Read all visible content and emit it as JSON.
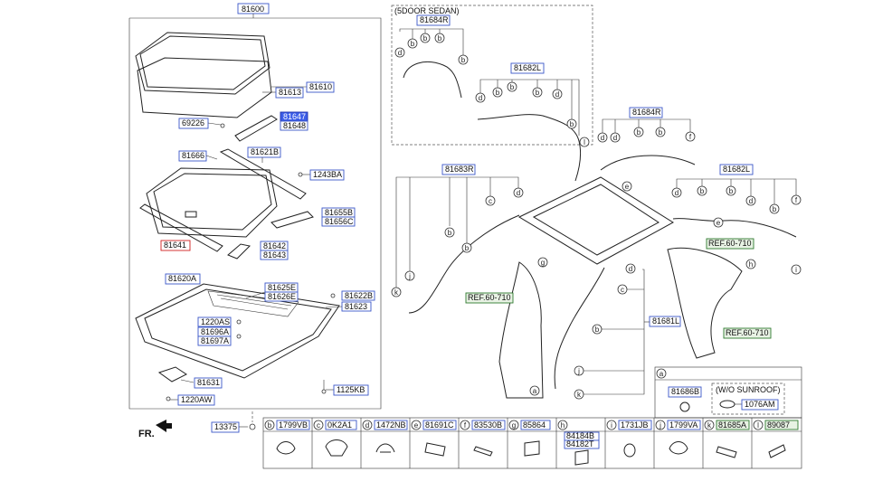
{
  "top_part": "81600",
  "sedan_note": "(5DOOR SEDAN)",
  "fr_label": "FR.",
  "labels_left": [
    {
      "id": "p81610",
      "text": "81610"
    },
    {
      "id": "p81613",
      "text": "81613"
    },
    {
      "id": "p69226",
      "text": "69226"
    },
    {
      "id": "p81647",
      "text": "81647"
    },
    {
      "id": "p81648",
      "text": "81648"
    },
    {
      "id": "p81666",
      "text": "81666"
    },
    {
      "id": "p81621B",
      "text": "81621B"
    },
    {
      "id": "p1243BA",
      "text": "1243BA"
    },
    {
      "id": "p81655B",
      "text": "81655B"
    },
    {
      "id": "p81656C",
      "text": "81656C"
    },
    {
      "id": "p81641",
      "text": "81641"
    },
    {
      "id": "p81642",
      "text": "81642"
    },
    {
      "id": "p81643",
      "text": "81643"
    },
    {
      "id": "p81620A",
      "text": "81620A"
    },
    {
      "id": "p81625E",
      "text": "81625E"
    },
    {
      "id": "p81626E",
      "text": "81626E"
    },
    {
      "id": "p81622B",
      "text": "81622B"
    },
    {
      "id": "p81623",
      "text": "81623"
    },
    {
      "id": "p1220AS",
      "text": "1220AS"
    },
    {
      "id": "p81696A",
      "text": "81696A"
    },
    {
      "id": "p81697A",
      "text": "81697A"
    },
    {
      "id": "p81631",
      "text": "81631"
    },
    {
      "id": "p1125KB",
      "text": "1125KB"
    },
    {
      "id": "p1220AW",
      "text": "1220AW"
    },
    {
      "id": "p13375",
      "text": "13375"
    }
  ],
  "labels_right": [
    {
      "id": "p81684R_top",
      "text": "81684R"
    },
    {
      "id": "p81682L_top",
      "text": "81682L"
    },
    {
      "id": "p81684R",
      "text": "81684R"
    },
    {
      "id": "p81683R",
      "text": "81683R"
    },
    {
      "id": "p81682L",
      "text": "81682L"
    },
    {
      "id": "p81681L",
      "text": "81681L"
    },
    {
      "id": "ref1",
      "text": "REF.60-710"
    },
    {
      "id": "ref2",
      "text": "REF.60-710"
    },
    {
      "id": "ref3",
      "text": "REF.60-710"
    }
  ],
  "legend_a": {
    "letter": "a",
    "part": "81686B",
    "wo_title": "(W/O SUNROOF)",
    "wo_part": "1076AM"
  },
  "legend": [
    {
      "letter": "b",
      "part": "1799VB"
    },
    {
      "letter": "c",
      "part": "0K2A1"
    },
    {
      "letter": "d",
      "part": "1472NB"
    },
    {
      "letter": "e",
      "part": "81691C"
    },
    {
      "letter": "f",
      "part": "83530B"
    },
    {
      "letter": "g",
      "part": "85864"
    },
    {
      "letter": "h",
      "part": "84184B",
      "part2": "84182T"
    },
    {
      "letter": "i",
      "part": "1731JB"
    },
    {
      "letter": "j",
      "part": "1799VA"
    },
    {
      "letter": "k",
      "part": "81685A"
    },
    {
      "letter": "l",
      "part": "89087"
    }
  ],
  "callout_letters": [
    "a",
    "b",
    "c",
    "d",
    "e",
    "f",
    "g",
    "h",
    "i",
    "j",
    "k",
    "l"
  ]
}
